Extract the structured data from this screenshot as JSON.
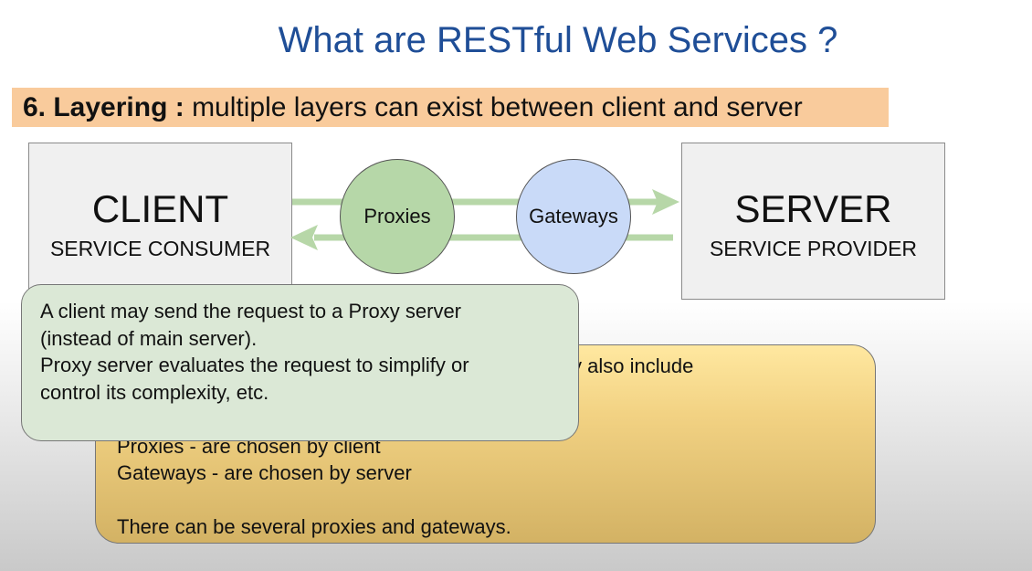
{
  "slide": {
    "title": "What are RESTful Web Services ?",
    "banner": {
      "heading": "6. Layering :",
      "text": "multiple layers can exist between client and server"
    }
  },
  "diagram": {
    "client": {
      "title": "CLIENT",
      "subtitle": "SERVICE CONSUMER"
    },
    "server": {
      "title": "SERVER",
      "subtitle": "SERVICE PROVIDER"
    },
    "proxies_label": "Proxies",
    "gateways_label": "Gateways",
    "colors": {
      "arrow": "#b7d7a8",
      "proxies_fill": "#b6d7a8",
      "gateways_fill": "#c9daf8",
      "box_fill": "#f0f0f0",
      "banner_fill": "#f9cb9c",
      "title": "#1f4e97"
    }
  },
  "notes": {
    "yellow": {
      "line_partial": "y also include",
      "line_proxies_partial": "Proxies - are chosen by client",
      "line_gateways": "Gateways - are chosen by server",
      "line_several": "There can be several proxies and gateways."
    },
    "green": {
      "lines": [
        "A client may send the request to a Proxy server",
        "(instead of main server).",
        "Proxy server evaluates the request to simplify or",
        "control its complexity, etc."
      ]
    }
  }
}
